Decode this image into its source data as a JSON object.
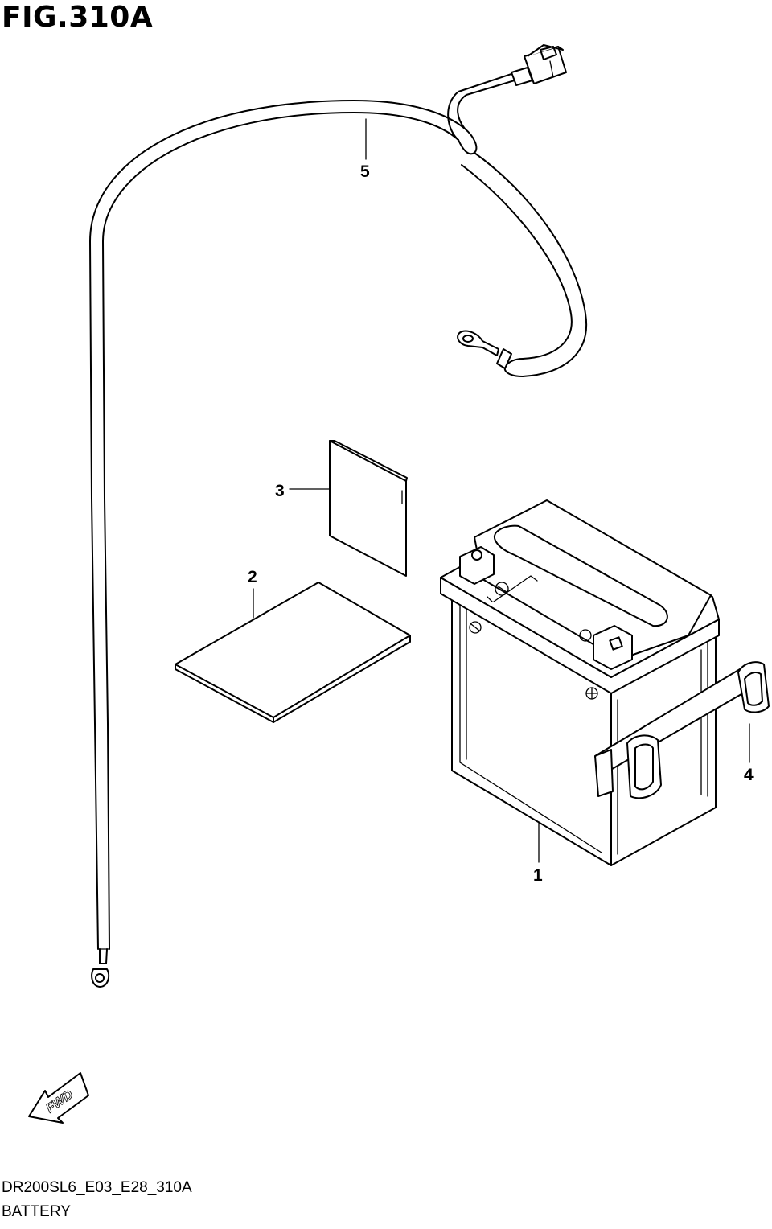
{
  "header": {
    "fig_title": "FIG.310A"
  },
  "footer": {
    "code": "DR200SL6_E03_E28_310A",
    "section": "BATTERY"
  },
  "callouts": [
    "1",
    "2",
    "3",
    "4",
    "5"
  ],
  "direction_marker": {
    "label": "FWD",
    "icon": "fwd-arrow-icon"
  }
}
